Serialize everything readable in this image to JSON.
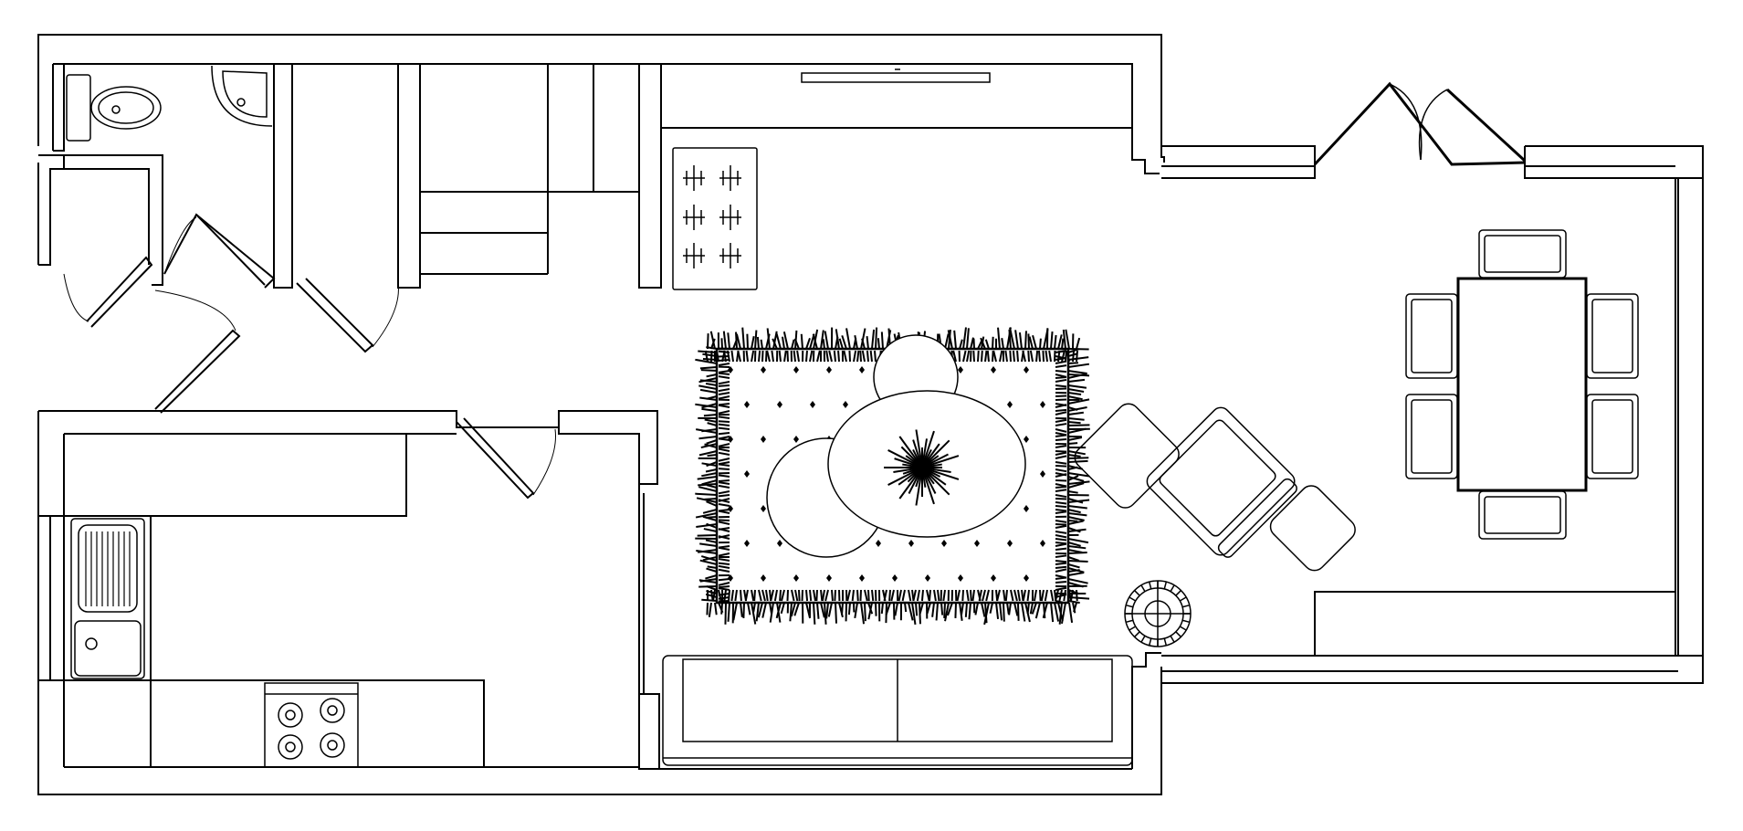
{
  "plan": {
    "title": "",
    "stroke_color": "#000000",
    "fill_color": "#ffffff",
    "rooms": [
      "bathroom",
      "storage",
      "hallway",
      "kitchen",
      "living-room",
      "dining-area"
    ],
    "icons": [
      "toilet-icon",
      "corner-basin-icon",
      "sink-icon",
      "hob-icon",
      "radiator-icon",
      "rug-icon",
      "coffee-table-icon",
      "sofa-icon",
      "armchair-icon",
      "floor-lamp-icon",
      "dining-table-icon",
      "chair-icon",
      "bifold-door-icon",
      "door-icon"
    ],
    "dining_chairs": 6,
    "hob_burners": 4
  }
}
